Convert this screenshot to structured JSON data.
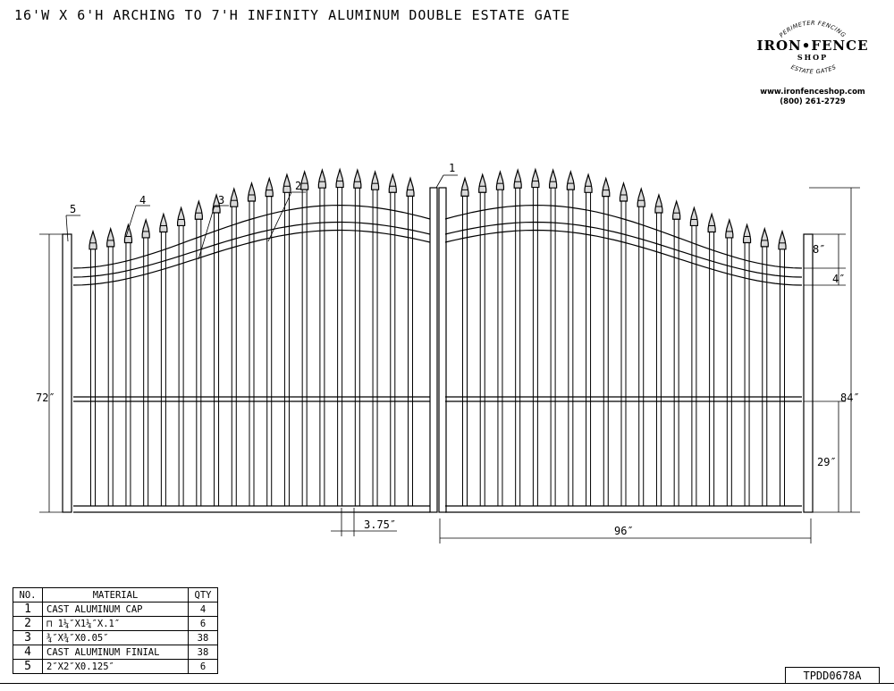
{
  "title": "16'W X 6'H ARCHING TO 7'H INFINITY ALUMINUM DOUBLE ESTATE GATE",
  "logo": {
    "arc_top": "PERIMETER FENCING",
    "main": "IRON•FENCE",
    "shop": "SHOP",
    "arc_bottom": "ESTATE GATES",
    "website": "www.ironfenceshop.com",
    "phone": "(800) 261-2729"
  },
  "callouts": [
    "1",
    "2",
    "3",
    "4",
    "5"
  ],
  "dimensions": {
    "height_left": "72″",
    "height_right": "84″",
    "top_rail": "8″",
    "rail_spacing": "4″",
    "mid_rail": "29″",
    "picket_spacing": "3.75″",
    "leaf_width": "96″"
  },
  "gate_specs": {
    "leaf_width_in": 96,
    "post_height_in": 72,
    "peak_height_in": 84,
    "pickets_per_leaf": 19
  },
  "bom": {
    "headers": [
      "NO.",
      "MATERIAL",
      "QTY"
    ],
    "rows": [
      {
        "no": "1",
        "material": "CAST ALUMINUM CAP",
        "qty": "4"
      },
      {
        "no": "2",
        "material": "⊓ 1¼″X1¼″X.1″",
        "qty": "6"
      },
      {
        "no": "3",
        "material": "¾″X¾″X0.05″",
        "qty": "38"
      },
      {
        "no": "4",
        "material": "CAST ALUMINUM FINIAL",
        "qty": "38"
      },
      {
        "no": "5",
        "material": "2″X2″X0.125″",
        "qty": "6"
      }
    ]
  },
  "drawing_code": "TPDD0678A"
}
